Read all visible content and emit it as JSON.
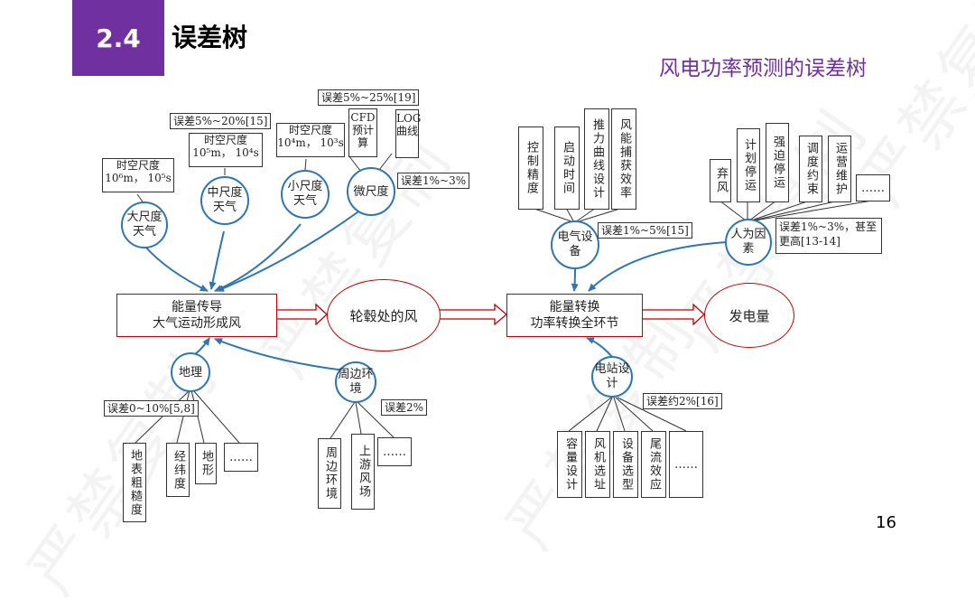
{
  "header": {
    "section_number": "2.4",
    "section_title": "误差树",
    "subtitle": "风电功率预测的误差树",
    "page_number": "16"
  },
  "watermark": "严禁复制",
  "colors": {
    "accent": "#7030a0",
    "main_chain": "#c00000",
    "circle_stroke": "#2e75b6"
  },
  "chain": {
    "energy_transfer": [
      "能量传导",
      "大气运动形成风"
    ],
    "hub_wind": "轮毂处的风",
    "energy_conversion": [
      "能量转换",
      "功率转换全环节"
    ],
    "power_output": "发电量"
  },
  "weather": {
    "large_scale": {
      "name": "大尺度天气",
      "spacetime_title": "时空尺度",
      "spacetime_value": "10⁶m， 10⁵s"
    },
    "meso_scale": {
      "name": "中尺度天气",
      "error": "误差5%~20%[15]",
      "spacetime_title": "时空尺度",
      "spacetime_value": "10⁵m， 10⁴s"
    },
    "small_scale": {
      "name": "小尺度天气",
      "spacetime_title": "时空尺度",
      "spacetime_value": "10⁴m， 10³s"
    },
    "micro_scale": {
      "name": "微尺度",
      "error_top": "误差5%~25%[19]",
      "cfd": "CFD预计算",
      "log": "LOG曲线",
      "error_bottom": "误差1%~3%"
    }
  },
  "terrain": {
    "name": "地理",
    "error": "误差0~10%[5,8]",
    "items": [
      "地表粗糙度",
      "经纬度",
      "地形",
      "……"
    ]
  },
  "surroundings": {
    "name": "周边环境",
    "error": "误差2%",
    "items": [
      "周边环境",
      "上游风场",
      "……"
    ]
  },
  "electrical": {
    "name": "电气设备",
    "error": "误差1%~5%[15]",
    "items": [
      "控制精度",
      "启动时间",
      "推力曲线设计",
      "风能捕获效率"
    ]
  },
  "human": {
    "name": "人为因素",
    "error": "误差1%~3%，甚至更高[13-14]",
    "items": [
      "弃风",
      "计划停运",
      "强迫停运",
      "调度约束",
      "运营维护",
      "……"
    ]
  },
  "station": {
    "name": "电站设计",
    "error": "误差约2%[16]",
    "items": [
      "容量设计",
      "风机选址",
      "设备选型",
      "尾流效应",
      "……"
    ]
  }
}
